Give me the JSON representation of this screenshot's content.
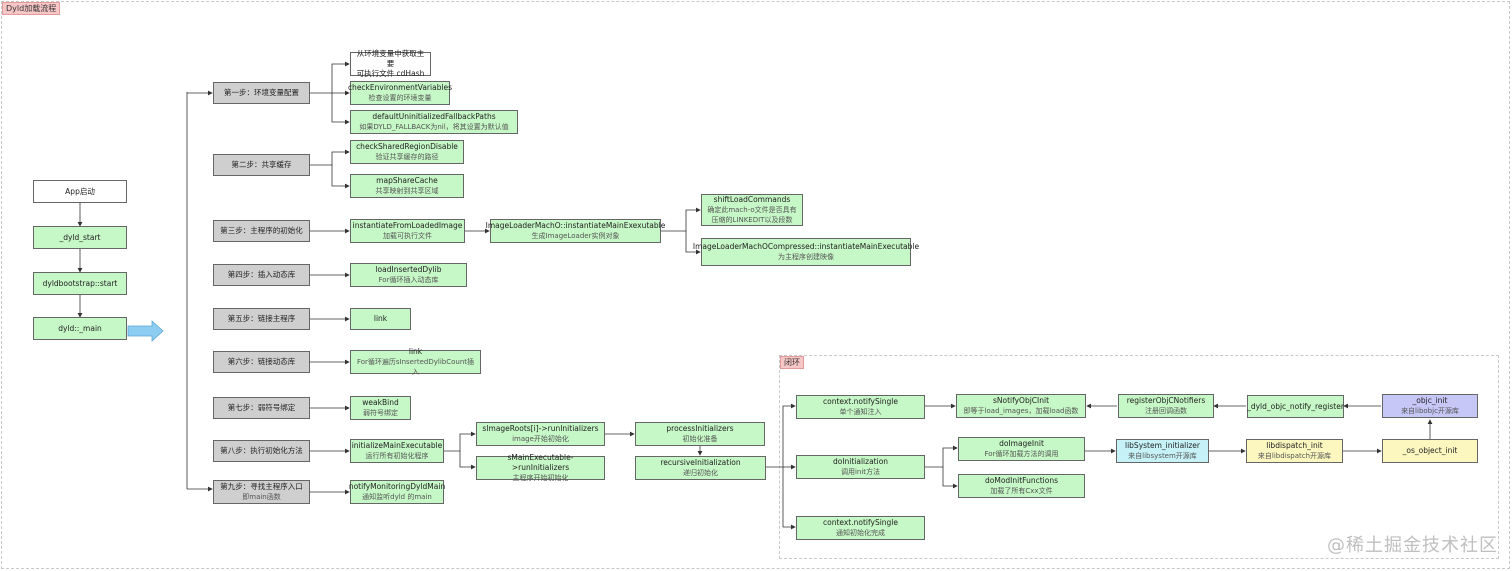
{
  "title": "Dyld加载流程",
  "loop_tag": "闭环",
  "watermark": "@稀土掘金技术社区",
  "nodes": {
    "app_start": "App启动",
    "dyld_start": "_dyld_start",
    "dyldbootstrap_start": "dyldbootstrap::start",
    "dyld_main": "dyld::_main",
    "step1": "第一步：环境变量配置",
    "step2": "第二步：共享缓存",
    "step3": "第三步：主程序的初始化",
    "step4": "第四步：插入动态库",
    "step5": "第五步：链接主程序",
    "step6": "第六步：链接动态库",
    "step7": "第七步：弱符号绑定",
    "step8": "第八步：执行初始化方法",
    "step9": {
      "title": "第九步：寻找主程序入口",
      "sub": "即main函数"
    },
    "cdhash": {
      "title": "从环境变量中获取主要",
      "sub": "可执行文件 cdHash"
    },
    "check_env": {
      "title": "checkEnvironmentVariables",
      "sub": "检查设置的环境变量"
    },
    "default_fallback": {
      "title": "defaultUninitializedFallbackPaths",
      "sub": "如果DYLD_FALLBACK为nil，将其设置为默认值"
    },
    "check_shared": {
      "title": "checkSharedRegionDisable",
      "sub": "验证共享缓存的路径"
    },
    "map_share": {
      "title": "mapShareCache",
      "sub": "共享映射到共享区域"
    },
    "instantiate": {
      "title": "instantiateFromLoadedImage",
      "sub": "加载可执行文件"
    },
    "loader_macho": {
      "title": "ImageLoaderMachO::instantiateMainExexutable",
      "sub": "生成ImageLoader实例对象"
    },
    "shift_load": {
      "title": "shiftLoadCommands",
      "sub1": "确定此mach-o文件是否具有",
      "sub2": "压缩的LINKEDIT以及段数"
    },
    "loader_compressed": {
      "title": "ImageLoaderMachOCompressed::instantiateMainExecutable",
      "sub": "为主程序创建映像"
    },
    "load_inserted": {
      "title": "loadInsertedDylib",
      "sub": "For循环插入动态库"
    },
    "link1": "link",
    "link2": {
      "title": "link",
      "sub": "For循环遍历sInsertedDylibCount插入"
    },
    "weak_bind": {
      "title": "weakBind",
      "sub": "弱符号绑定"
    },
    "init_main": {
      "title": "initializeMainExecutable",
      "sub": "运行所有初始化程序"
    },
    "notify_monitor": {
      "title": "notifyMonitoringDyldMain",
      "sub": "通知监听dyld 的main"
    },
    "image_roots": {
      "title": "sImageRoots[i]->runInitializers",
      "sub": "image开始初始化"
    },
    "main_exec": {
      "title": "sMainExecutable->runInitializers",
      "sub": "主程序开始初始化"
    },
    "process_init": {
      "title": "processInitializers",
      "sub": "初始化准备"
    },
    "recursive_init": {
      "title": "recursiveInitialization",
      "sub": "递归初始化"
    },
    "notify_single1": {
      "title": "context.notifySingle",
      "sub": "单个通知注入"
    },
    "do_init": {
      "title": "doInitialization",
      "sub": "调用init方法"
    },
    "notify_single2": {
      "title": "context.notifySingle",
      "sub": "通知初始化完成"
    },
    "snotify": {
      "title": "sNotifyObjCInit",
      "sub": "即等于load_images，加载load函数"
    },
    "do_image_init": {
      "title": "doImageInit",
      "sub": "For循环加载方法的调用"
    },
    "do_mod_init": {
      "title": "doModInitFunctions",
      "sub": "加载了所有Cxx文件"
    },
    "register_objc": {
      "title": "registerObjCNotifiers",
      "sub": "注册回调函数"
    },
    "libsystem_init": {
      "title": "libSystem_initializer",
      "sub": "来自libsystem开源库"
    },
    "dyld_notify": "_dyld_objc_notify_register",
    "libdispatch_init": {
      "title": "libdispatch_init",
      "sub": "来自libdispatch开源库"
    },
    "objc_init": {
      "title": "_objc_init",
      "sub": "来自libobjc开源库"
    },
    "os_object_init": "_os_object_init"
  },
  "colors": {
    "green": "#c6f7c6",
    "gray": "#cfcfcf",
    "purple": "#c6c6f7",
    "cyan": "#c6f2f7",
    "yellow": "#fbf7bf",
    "arrow": "#333333",
    "big_arrow": "#8ecdf2"
  }
}
